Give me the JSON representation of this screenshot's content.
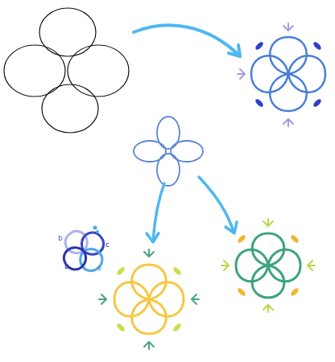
{
  "diagram": {
    "labels": [
      "b",
      "c",
      "s",
      "b"
    ]
  }
}
